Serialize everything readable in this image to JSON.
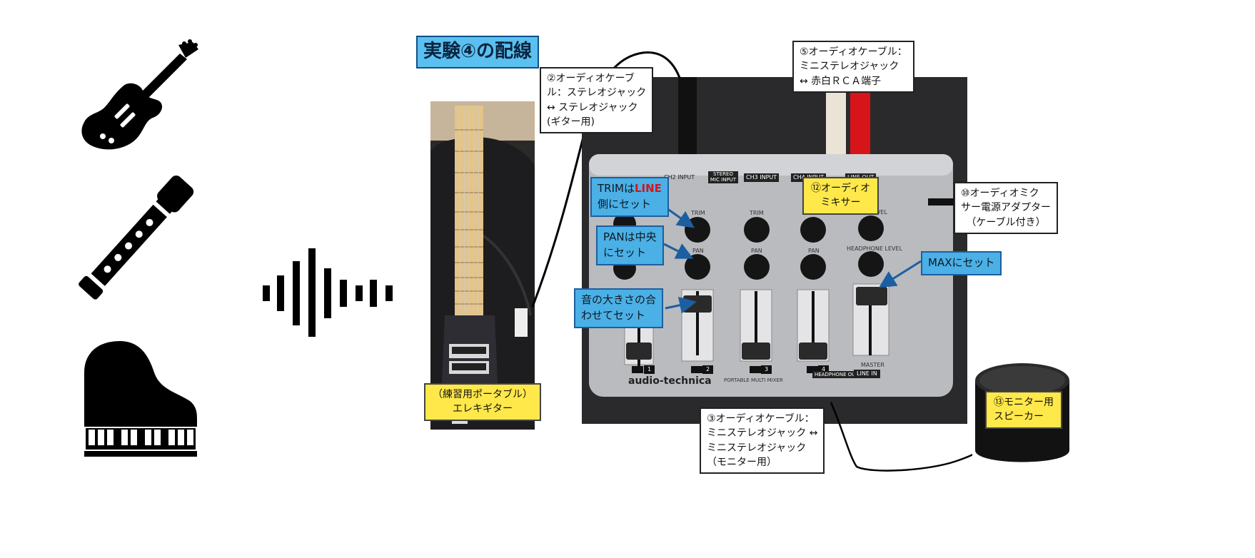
{
  "title": "実験④の配線",
  "icons": {
    "guitar": "electric-guitar-icon",
    "recorder": "recorder-flute-icon",
    "piano": "grand-piano-icon",
    "sound": "sound-wave-icon"
  },
  "labels": {
    "guitar_label_line1": "（練習用ポータブル）",
    "guitar_label_line2": "エレキギター",
    "cable2_line1": "②オーディオケーブ",
    "cable2_line2": "ル：ステレオジャック",
    "cable2_line3": "↔ ステレオジャック",
    "cable2_line4": "(ギター用)",
    "cable5_line1": "⑤オーディオケーブル：",
    "cable5_line2": "ミニステレオジャック",
    "cable5_line3": "↔ 赤白ＲＣＡ端子",
    "adapter_line1": "⑩オーディオミク",
    "adapter_line2": "サー電源アダプター",
    "adapter_line3": "（ケーブル付き）",
    "mixer_line1": "⑫オーディオ",
    "mixer_line2": "ミキサー",
    "trim_prefix": "TRIMは",
    "trim_line_word": "LINE",
    "trim_line2": "側にセット",
    "pan_line1": "PANは中央",
    "pan_line2": "にセット",
    "volume_line1": "音の大きさの合",
    "volume_line2": "わせてセット",
    "max_label": "MAXにセット",
    "cable3_line1": "③オーディオケーブル：",
    "cable3_line2": "ミニステレオジャック ↔",
    "cable3_line3": "ミニステレオジャック",
    "cable3_line4": "（モニター用）",
    "speaker_line1": "⑬モニター用",
    "speaker_line2": "スピーカー"
  },
  "mixer_panel": {
    "ch2_input": "CH2 INPUT",
    "stereo_mic": "STEREO MIC INPUT",
    "ch3_input": "CH3 INPUT",
    "ch4_input": "CH4 INPUT",
    "line_out": "LINE OUT",
    "trim": "TRIM",
    "pan": "PAN",
    "line_level": "LINE LEVEL",
    "headphone_level": "HEADPHONE LEVEL",
    "master": "MASTER",
    "brand": "audio-technica",
    "model": "PORTABLE MULTI MIXER",
    "headphone_out": "HEADPHONE OUT",
    "line_in": "LINE IN",
    "ch_numbers": [
      "1",
      "2",
      "3",
      "4"
    ]
  },
  "colors": {
    "blue_callout": "#4ab0e6",
    "yellow_callout": "#ffe84a",
    "title_bg": "#5bc0f0",
    "rca_red": "#d6141a",
    "rca_white": "#e9e4d6"
  }
}
